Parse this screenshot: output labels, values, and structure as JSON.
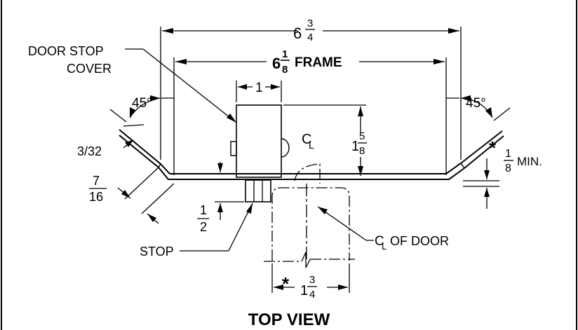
{
  "title": "TOP VIEW",
  "dimensions": {
    "overall_width": {
      "whole": "6",
      "num": "3",
      "den": "4"
    },
    "frame_width": {
      "whole": "6",
      "num": "1",
      "den": "8",
      "label": "FRAME"
    },
    "stop_cover_width": "1",
    "stop_depth": {
      "whole": "1",
      "num": "5",
      "den": "8"
    },
    "left_angle": "45°",
    "right_angle": "45°",
    "thickness": "3/32",
    "return_leg": {
      "num": "7",
      "den": "16"
    },
    "stop_offset": {
      "num": "1",
      "den": "2"
    },
    "clearance": {
      "star": "*",
      "num": "1",
      "den": "8",
      "suffix": "MIN."
    },
    "door_thickness": {
      "star": "*",
      "whole": "1",
      "num": "3",
      "den": "4"
    }
  },
  "labels": {
    "door_stop_cover_line1": "DOOR STOP",
    "door_stop_cover_line2": "COVER",
    "stop": "STOP",
    "centerline_symbol": "C",
    "centerline_sub": "L",
    "centerline_of_door": "OF DOOR"
  }
}
